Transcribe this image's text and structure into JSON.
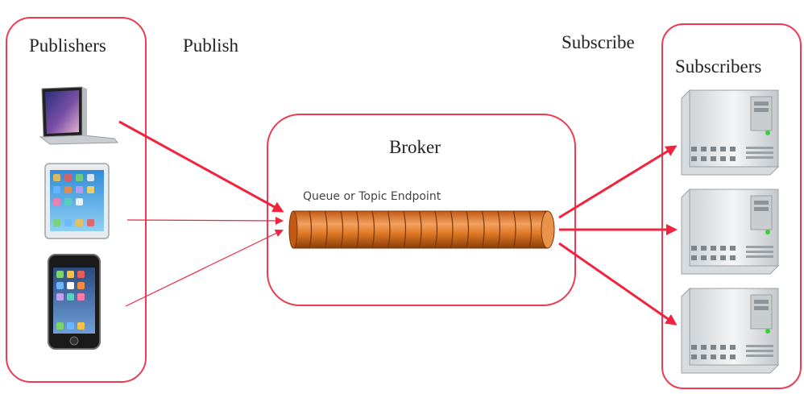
{
  "labels": {
    "publishers": "Publishers",
    "publish": "Publish",
    "subscribe": "Subscribe",
    "subscribers": "Subscribers",
    "broker": "Broker",
    "queue": "Queue or Topic Endpoint"
  },
  "colors": {
    "box_border": "#ec3b52",
    "arrow": "#f0243f",
    "queue_fill": "#e07a26",
    "queue_dark": "#a04a10"
  },
  "icons": {
    "publishers": [
      "laptop-icon",
      "tablet-icon",
      "smartphone-icon"
    ],
    "subscribers": [
      "server-icon",
      "server-icon",
      "server-icon"
    ]
  }
}
